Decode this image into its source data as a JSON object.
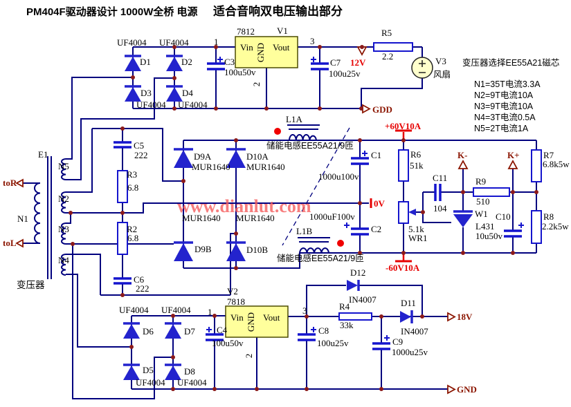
{
  "titles": {
    "main": "PM404F驱动器设计 1000W全桥 电源",
    "sub": "适合音响双电压输出部分"
  },
  "watermark": {
    "text": "www.dianlut.com"
  },
  "notes": {
    "heading": "变压器选择EE55A21磁芯",
    "lines": [
      "N1=35T电流3.3A",
      "N2=9T电流10A",
      "N3=9T电流10A",
      "N4=3T电流0.5A",
      "N5=2T电流1A"
    ]
  },
  "rails": {
    "p60": "+60V10A",
    "m60": "-60V10A",
    "zero": "0V"
  },
  "terminals": {
    "gdd": "GDD",
    "v12": "12V",
    "v18": "18V",
    "gnd": "GND",
    "km": "K-",
    "kp": "K+",
    "tor": "toR",
    "tol": "toL"
  },
  "transformer": {
    "ref": "E1",
    "name": "变压器",
    "primary": "N1",
    "w5": "N5",
    "w2": "N2",
    "w3": "N3",
    "w4": "N4"
  },
  "regulators": {
    "v1": {
      "ref": "V1",
      "part": "7812"
    },
    "v2": {
      "ref": "V2",
      "part": "7818"
    },
    "pins": {
      "vin": "Vin",
      "gnd": "GND",
      "vout": "Vout",
      "p1": "1",
      "p2": "2",
      "p3": "3"
    }
  },
  "fan": {
    "ref": "V3",
    "label": "风扇"
  },
  "diodes": {
    "d1": "D1",
    "d2": "D2",
    "d3": "D3",
    "d4": "D4",
    "d5": "D5",
    "d6": "D6",
    "d7": "D7",
    "d8": "D8",
    "d9a": "D9A",
    "d9b": "D9B",
    "d10a": "D10A",
    "d10b": "D10B",
    "d11": "D11",
    "d12": "D12",
    "uf": "UF4004",
    "mur": "MUR1640",
    "in4007": "IN4007"
  },
  "caps": {
    "c1": {
      "ref": "C1",
      "val": "1000u100v"
    },
    "c2": {
      "ref": "C2",
      "val": "1000uF100v"
    },
    "c3": {
      "ref": "C3",
      "val": "100u50v"
    },
    "c4": {
      "ref": "C4",
      "val": "100u50v"
    },
    "c5": {
      "ref": "C5",
      "val": "222"
    },
    "c6": {
      "ref": "C6",
      "val": "222"
    },
    "c7": {
      "ref": "C7",
      "val": "100u25v"
    },
    "c8": {
      "ref": "C8",
      "val": "100u25v"
    },
    "c9": {
      "ref": "C9",
      "val": "1000u25v"
    },
    "c10": {
      "ref": "C10",
      "val": "10u50v"
    },
    "c11": {
      "ref": "C11",
      "val": "104"
    }
  },
  "resistors": {
    "r2": {
      "ref": "R2",
      "val": "6.8"
    },
    "r3": {
      "ref": "R3",
      "val": "6.8"
    },
    "r4": {
      "ref": "R4",
      "val": "33k"
    },
    "r5": {
      "ref": "R5",
      "val": "2.2"
    },
    "r6": {
      "ref": "R6",
      "val": "51k"
    },
    "r7": {
      "ref": "R7",
      "val": "6.8k5w"
    },
    "r8": {
      "ref": "R8",
      "val": "2.2k5w"
    },
    "r9": {
      "ref": "R9",
      "val": "510"
    },
    "wr1": {
      "ref": "WR1",
      "val": "5.1k"
    }
  },
  "shunt": {
    "ref": "W1",
    "part": "L431"
  },
  "inductors": {
    "l1a": {
      "ref": "L1A",
      "note": "储能电感EE55A21/9匝"
    },
    "l1b": {
      "ref": "L1B",
      "note": "储能电感EE55A21/9匝"
    }
  }
}
